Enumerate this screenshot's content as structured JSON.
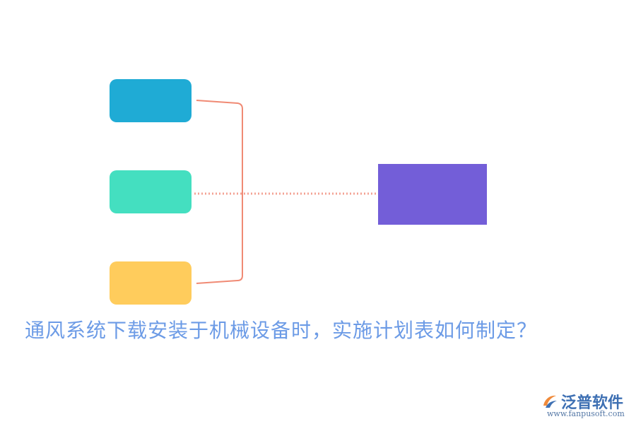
{
  "headline": "通风系统下载安装于机械设备时，实施计划表如何制定？",
  "brand": {
    "name": "泛普软件",
    "url": "www.fanpusoft.com"
  },
  "colors": {
    "box_top": "#1fabd5",
    "box_middle": "#44dfc0",
    "box_bottom": "#ffcc5c",
    "box_target": "#735ed8",
    "bracket": "#f08a74",
    "dotted_link": "#f3a394",
    "headline": "#6c9be6",
    "brand_name": "#3e70b3",
    "brand_url": "#5578a6",
    "logo_orange": "#f08a3a",
    "logo_blue": "#3e70b3"
  }
}
